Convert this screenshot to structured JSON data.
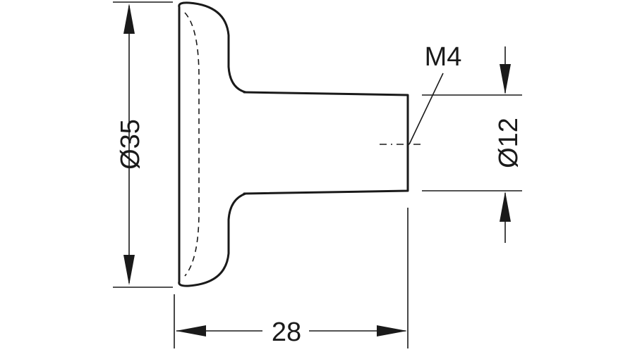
{
  "dimensions": {
    "head_diameter": "Ø35",
    "length": "28",
    "shank_diameter": "Ø12",
    "thread": "M4"
  }
}
